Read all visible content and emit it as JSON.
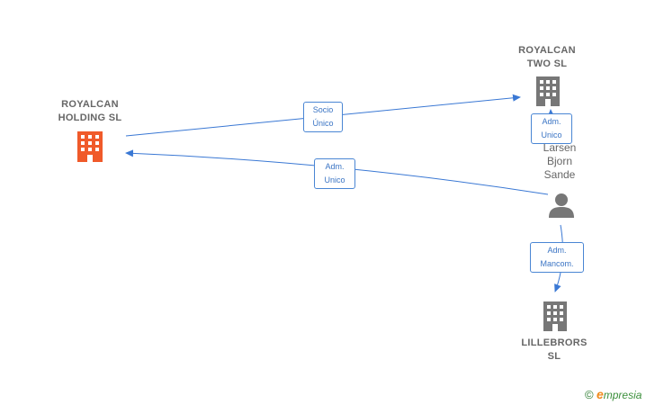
{
  "nodes": {
    "holding": {
      "label": "ROYALCAN\nHOLDING  SL",
      "type": "company",
      "color": "#f05a2a"
    },
    "two": {
      "label": "ROYALCAN\nTWO  SL",
      "type": "company",
      "color": "#777777"
    },
    "person": {
      "label": "Larsen\nBjorn\nSande",
      "type": "person",
      "color": "#777777"
    },
    "lillebrors": {
      "label": "LILLEBRORS\nSL",
      "type": "company",
      "color": "#777777"
    }
  },
  "edges": {
    "socio_unico": {
      "label": "Socio\nÚnico"
    },
    "adm_unico_two": {
      "label": "Adm.\nUnico"
    },
    "adm_unico_holding": {
      "label": "Adm.\nUnico"
    },
    "adm_mancom": {
      "label": "Adm.\nMancom."
    }
  },
  "colors": {
    "edge": "#3a78d4",
    "text_gray": "#666666"
  },
  "watermark": {
    "copyright": "©",
    "e_letter": "e",
    "brand_rest": "mpresia"
  }
}
